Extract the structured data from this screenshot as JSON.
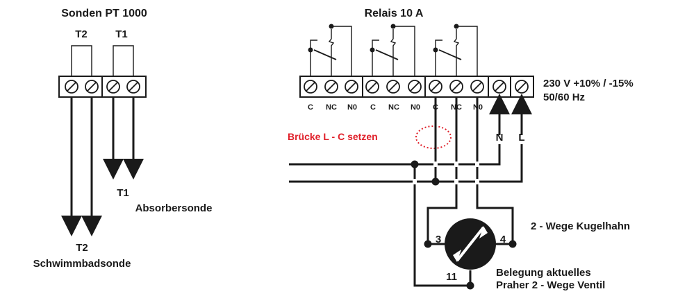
{
  "sensors": {
    "title": "Sonden PT 1000",
    "t2_top": "T2",
    "t1_top": "T1",
    "t1_label": "T1",
    "t1_desc": "Absorbersonde",
    "t2_label": "T2",
    "t2_desc": "Schwimmbadsonde"
  },
  "relay": {
    "title": "Relais  10 A",
    "terminals": [
      "C",
      "NC",
      "N0",
      "C",
      "NC",
      "N0",
      "C",
      "NC",
      "N0"
    ],
    "power_n": "N",
    "power_l": "L"
  },
  "supply": {
    "voltage": "230 V +10% / -15%",
    "frequency": "50/60 Hz"
  },
  "bridge_note": "Brücke L - C setzen",
  "valve": {
    "title": "2 - Wege Kugelhahn",
    "port_3": "3",
    "port_4": "4",
    "port_11": "11",
    "note_line1": "Belegung aktuelles",
    "note_line2": "Praher 2 - Wege Ventil"
  },
  "colors": {
    "ink": "#1a1a1a",
    "bridge": "#e0202a"
  }
}
